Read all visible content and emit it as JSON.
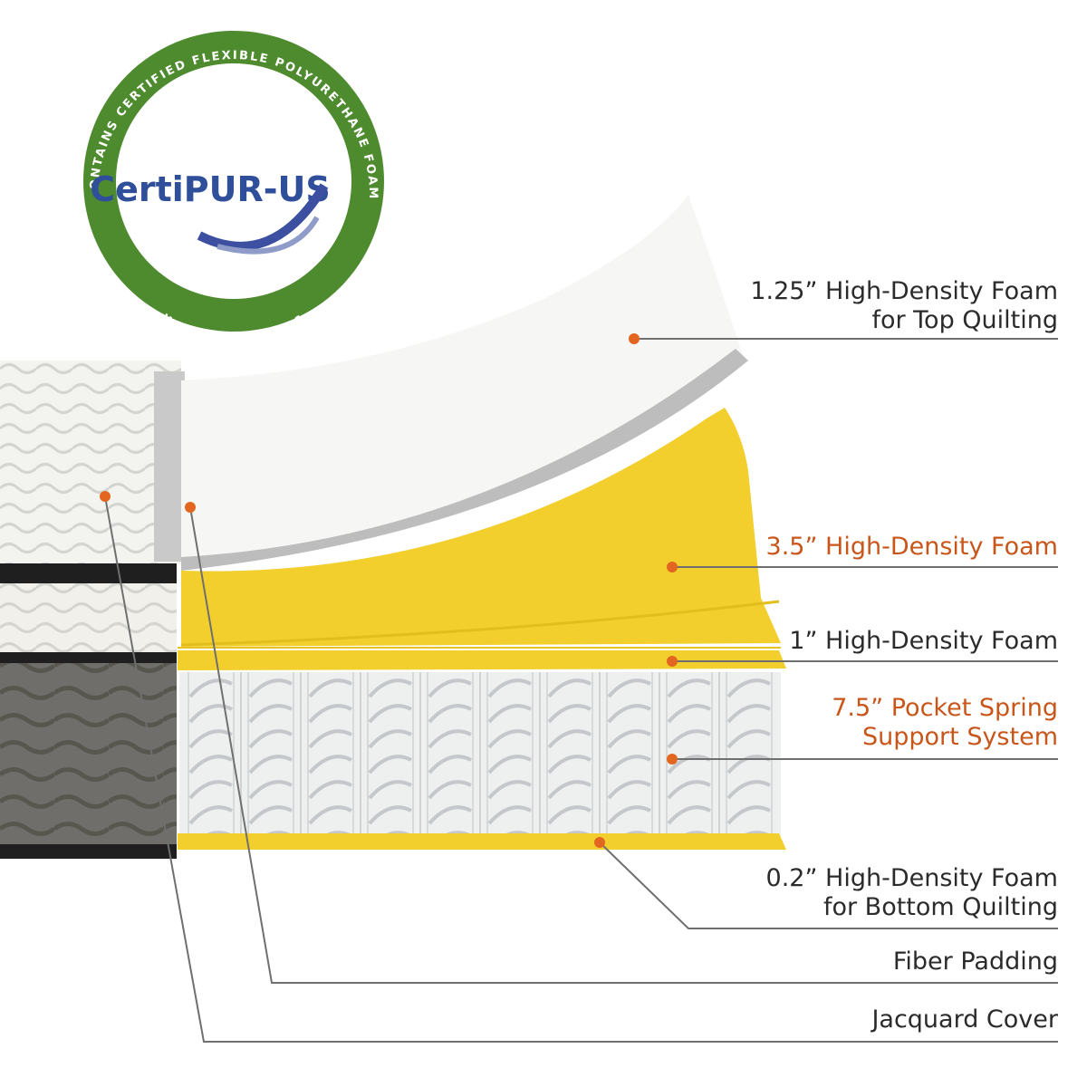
{
  "badge": {
    "logo_text": "CertiPUR-US",
    "ring_top_text": "CONTAINS CERTIFIED FLEXIBLE POLYURETHANE FOAM",
    "ring_bottom_text": "WWW.CERTIPUR.US",
    "ring_color": "#4e8a2e"
  },
  "layers": [
    {
      "line1": "1.25” High-Density Foam",
      "line2": "for Top Quilting",
      "highlight": false
    },
    {
      "line1": "3.5” High-Density Foam",
      "line2": "",
      "highlight": true
    },
    {
      "line1": "1” High-Density Foam",
      "line2": "",
      "highlight": false
    },
    {
      "line1": "7.5” Pocket Spring",
      "line2": "Support System",
      "highlight": true
    },
    {
      "line1": "0.2” High-Density Foam",
      "line2": "for Bottom Quilting",
      "highlight": false
    },
    {
      "line1": "Fiber Padding",
      "line2": "",
      "highlight": false
    },
    {
      "line1": "Jacquard Cover",
      "line2": "",
      "highlight": false
    }
  ],
  "colors": {
    "accent_orange": "#e2661f",
    "foam_yellow": "#f2cf2c",
    "foam_white": "#f6f6f4",
    "foam_gray": "#bdbdbd",
    "badge_blue": "#2f4f9a"
  }
}
